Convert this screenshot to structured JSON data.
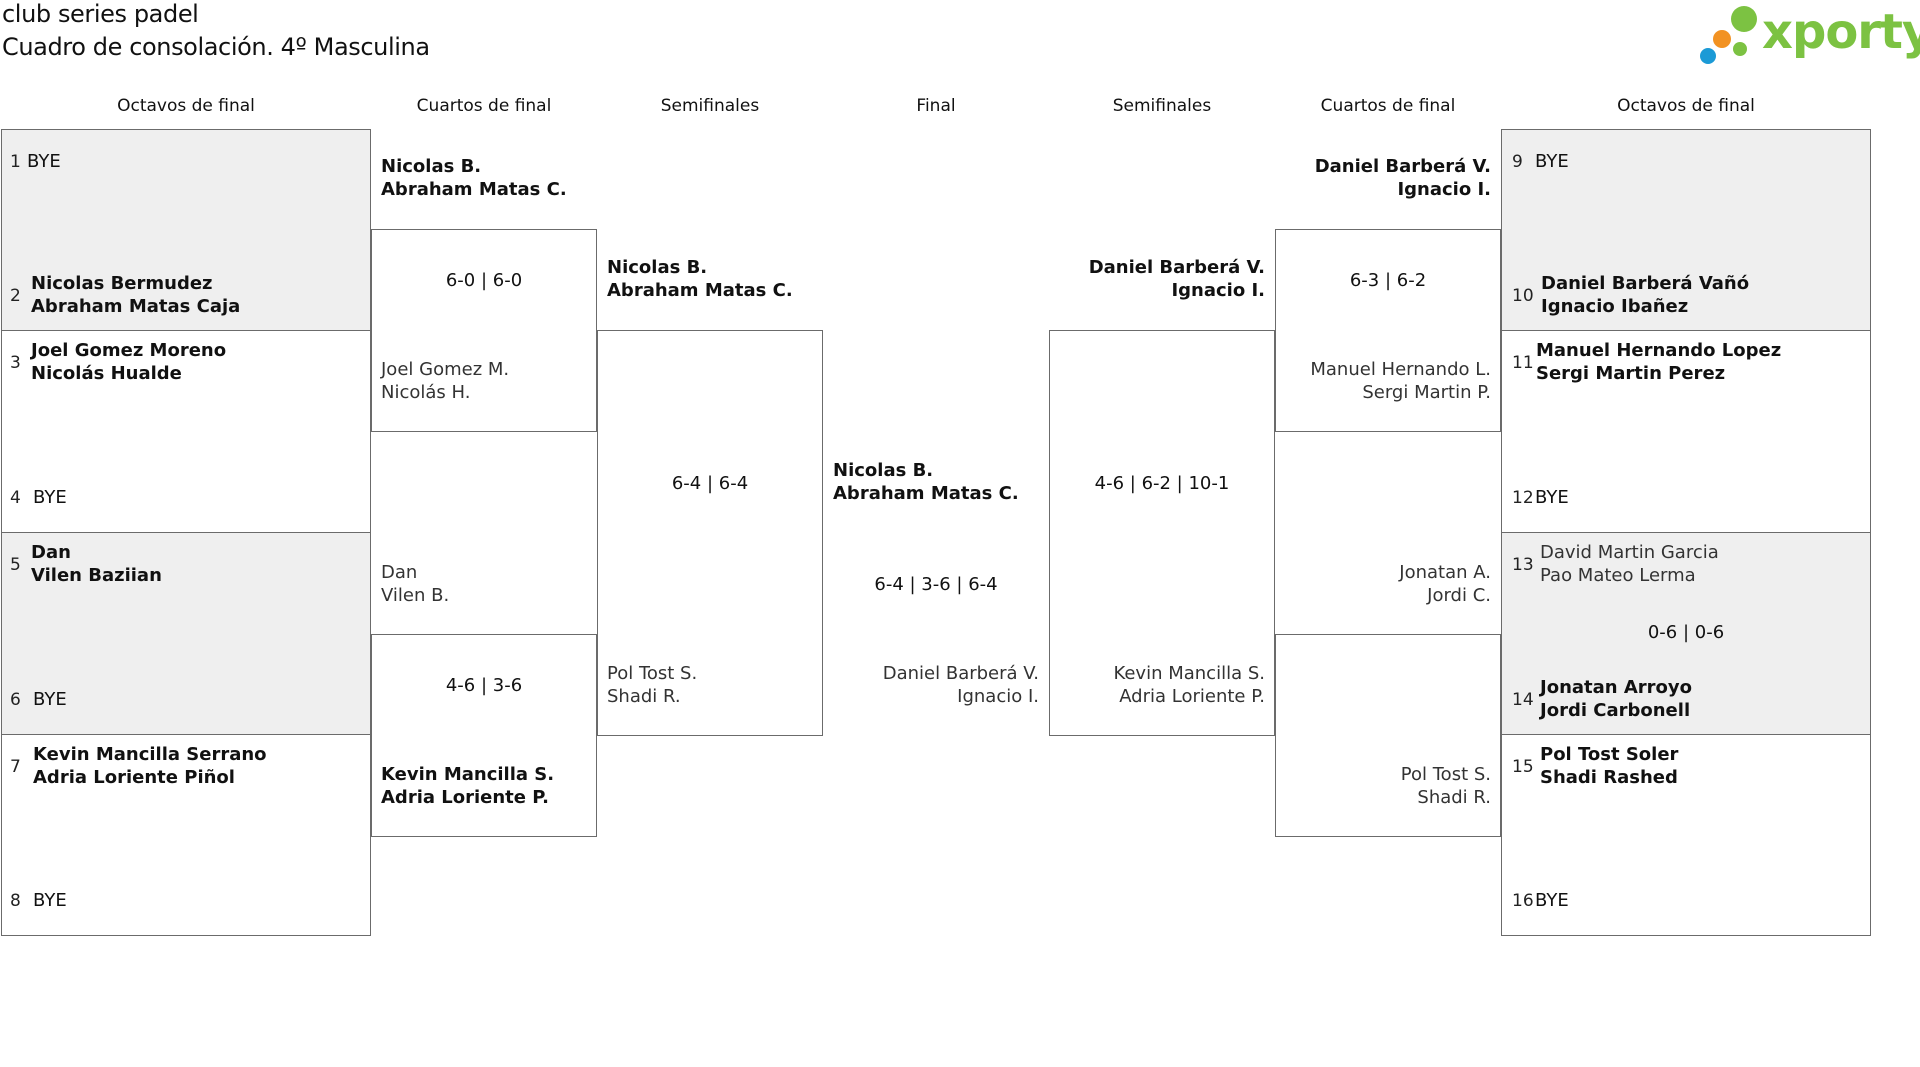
{
  "header": {
    "line1": "club series padel",
    "line2": "Cuadro de consolación. 4º Masculina"
  },
  "logo": {
    "text": "xporty",
    "colors": {
      "text": "#7cc242",
      "dot_green": "#7cc242",
      "dot_orange": "#f29222",
      "dot_blue": "#1b9ad6"
    }
  },
  "columns": {
    "left_r16": "Octavos de final",
    "left_qf": "Cuartos de final",
    "left_sf": "Semifinales",
    "final": "Final",
    "right_sf": "Semifinales",
    "right_qf": "Cuartos de final",
    "right_r16": "Octavos de final"
  },
  "round_of_16": {
    "left": [
      {
        "seed": "1",
        "name1": "BYE",
        "name2": ""
      },
      {
        "seed": "2",
        "name1": "Nicolas Bermudez",
        "name2": "Abraham Matas Caja"
      },
      {
        "seed": "3",
        "name1": "Joel Gomez Moreno",
        "name2": "Nicolás Hualde"
      },
      {
        "seed": "4",
        "name1": "BYE",
        "name2": ""
      },
      {
        "seed": "5",
        "name1": "Dan",
        "name2": "Vilen Baziian"
      },
      {
        "seed": "6",
        "name1": "BYE",
        "name2": ""
      },
      {
        "seed": "7",
        "name1": "Kevin Mancilla Serrano",
        "name2": "Adria Loriente Piñol"
      },
      {
        "seed": "8",
        "name1": "BYE",
        "name2": ""
      }
    ],
    "right": [
      {
        "seed": "9",
        "name1": "BYE",
        "name2": ""
      },
      {
        "seed": "10",
        "name1": "Daniel Barberá Vañó",
        "name2": "Ignacio Ibañez"
      },
      {
        "seed": "11",
        "name1": "Manuel Hernando Lopez",
        "name2": "Sergi Martin Perez"
      },
      {
        "seed": "12",
        "name1": "BYE",
        "name2": ""
      },
      {
        "seed": "13",
        "name1": "David Martin Garcia",
        "name2": "Pao Mateo Lerma"
      },
      {
        "seed": "14",
        "name1": "Jonatan Arroyo",
        "name2": "Jordi Carbonell"
      },
      {
        "seed": "15",
        "name1": "Pol Tost Soler",
        "name2": "Shadi Rashed"
      },
      {
        "seed": "16",
        "name1": "BYE",
        "name2": ""
      }
    ],
    "right_match_score": "0-6 | 0-6"
  },
  "quarterfinals": {
    "left": [
      {
        "team1": [
          "Nicolas B.",
          "Abraham Matas C."
        ],
        "team2": [
          "Joel Gomez M.",
          "Nicolás H."
        ],
        "score": "6-0 | 6-0"
      },
      {
        "team1": [
          "Dan",
          "Vilen B."
        ],
        "team2": [
          "Kevin Mancilla S.",
          "Adria Loriente P."
        ],
        "score": "4-6 | 3-6"
      }
    ],
    "right": [
      {
        "team1": [
          "Daniel Barberá V.",
          "Ignacio I."
        ],
        "team2": [
          "Manuel Hernando L.",
          "Sergi Martin P."
        ],
        "score": "6-3 | 6-2"
      },
      {
        "team1": [
          "Jonatan A.",
          "Jordi C."
        ],
        "team2": [
          "Pol Tost S.",
          "Shadi R."
        ],
        "score": ""
      }
    ]
  },
  "semifinals": {
    "left": {
      "team1": [
        "Nicolas B.",
        "Abraham Matas C."
      ],
      "team2": [
        "Pol Tost S.",
        "Shadi R."
      ],
      "score": "6-4 | 6-4"
    },
    "right": {
      "team1": [
        "Daniel Barberá V.",
        "Ignacio I."
      ],
      "team2": [
        "Kevin Mancilla S.",
        "Adria Loriente P."
      ],
      "score": "4-6 | 6-2 | 10-1"
    }
  },
  "final": {
    "team1": [
      "Nicolas B.",
      "Abraham Matas C."
    ],
    "team2": [
      "Daniel Barberá V.",
      "Ignacio I."
    ],
    "score": "6-4 | 3-6 | 6-4"
  }
}
